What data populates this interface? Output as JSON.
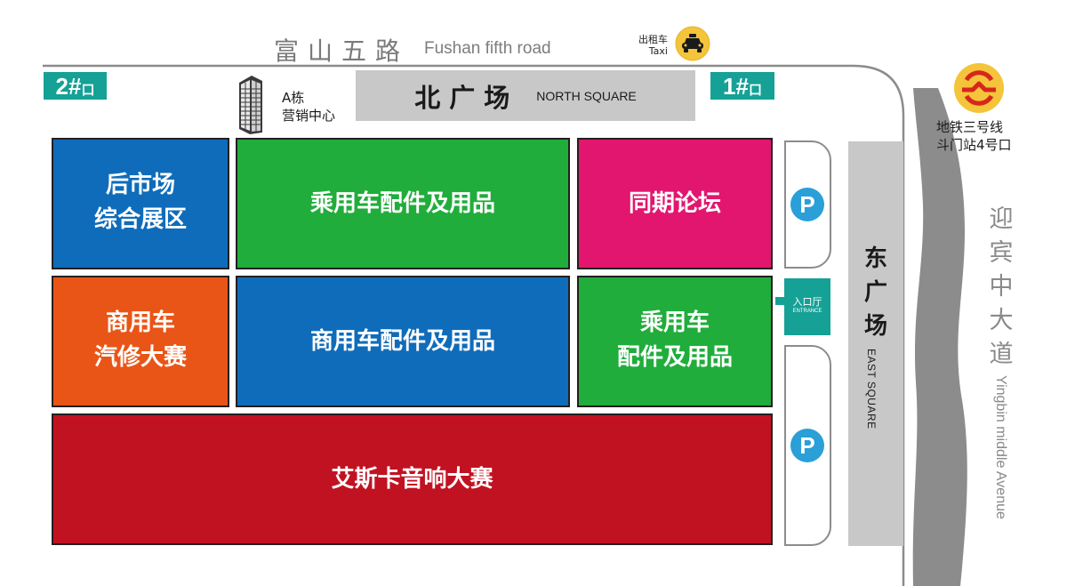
{
  "map": {
    "title": "Exhibition venue site plan",
    "colors": {
      "gate_teal": "#16a196",
      "square_gray": "#c8c8c8",
      "road_line": "#8c8c8c",
      "avenue_gray": "#8a8a8a",
      "hall_blue": "#0f6cba",
      "hall_green": "#20ad3b",
      "hall_magenta": "#e2166f",
      "hall_orange": "#e95517",
      "hall_red": "#c11222",
      "parking_blue": "#2a9fd8",
      "taxi_yellow": "#f4c43a",
      "metro_yellow": "#f4c43a",
      "metro_red": "#d7261e"
    }
  },
  "roads": {
    "north_road_cn": "富山五路",
    "north_road_en": "Fushan fifth road",
    "east_avenue_cn": [
      "迎",
      "宾",
      "中",
      "大",
      "道"
    ],
    "east_avenue_en": "Yingbin middle Avenue"
  },
  "gates": [
    {
      "id": "gate-2",
      "number": "2#",
      "suffix": "口"
    },
    {
      "id": "gate-1",
      "number": "1#",
      "suffix": "口"
    }
  ],
  "landmarks": {
    "tower_line1": "A栋",
    "tower_line2": "营销中心",
    "taxi_cn": "出租车",
    "taxi_en": "Taxi",
    "metro_line1": "地铁三号线",
    "metro_line2": "斗门站4号口",
    "parking_symbol": "P",
    "entrance_cn": "入口厅",
    "entrance_en": "ENTRANCE"
  },
  "squares": {
    "north_cn": "北广场",
    "north_en": "NORTH SQUARE",
    "east_cn": [
      "东",
      "广",
      "场"
    ],
    "east_en": "EAST SQUARE"
  },
  "halls": [
    {
      "id": "aftermarket",
      "line1": "后市场",
      "line2": "综合展区",
      "color": "#0f6cba"
    },
    {
      "id": "passenger-parts-top",
      "line1": "乘用车配件及用品",
      "line2": "",
      "color": "#20ad3b"
    },
    {
      "id": "forum",
      "line1": "同期论坛",
      "line2": "",
      "color": "#e2166f"
    },
    {
      "id": "commercial-repair",
      "line1": "商用车",
      "line2": "汽修大赛",
      "color": "#e95517"
    },
    {
      "id": "commercial-parts",
      "line1": "商用车配件及用品",
      "line2": "",
      "color": "#0f6cba"
    },
    {
      "id": "passenger-parts-right",
      "line1": "乘用车",
      "line2": "配件及用品",
      "color": "#20ad3b"
    },
    {
      "id": "audio-contest",
      "line1": "艾斯卡音响大赛",
      "line2": "",
      "color": "#c11222"
    }
  ]
}
